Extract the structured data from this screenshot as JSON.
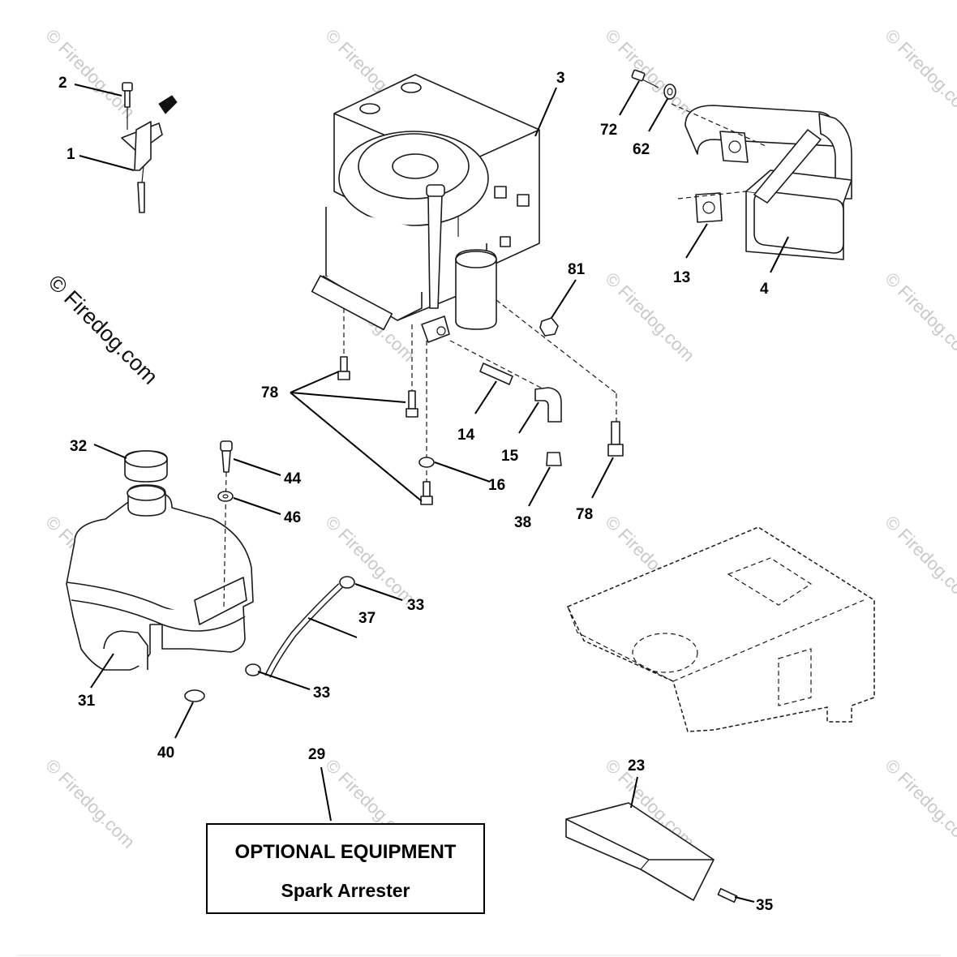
{
  "watermark": {
    "corner_text": "© Firedog.com",
    "side_text": "© Firedog.com"
  },
  "callouts": {
    "c1": "1",
    "c2": "2",
    "c3": "3",
    "c4": "4",
    "c13": "13",
    "c14": "14",
    "c15": "15",
    "c16": "16",
    "c23": "23",
    "c29": "29",
    "c31": "31",
    "c32": "32",
    "c33a": "33",
    "c33b": "33",
    "c35": "35",
    "c37": "37",
    "c38": "38",
    "c40": "40",
    "c44": "44",
    "c46": "46",
    "c62": "62",
    "c72": "72",
    "c78a": "78",
    "c78b": "78",
    "c81": "81"
  },
  "optional_box": {
    "title": "OPTIONAL EQUIPMENT",
    "subtitle": "Spark Arrester"
  }
}
